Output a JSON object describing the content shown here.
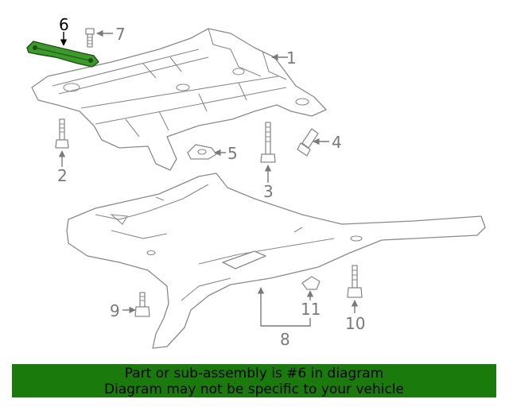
{
  "callouts": [
    "1",
    "2",
    "3",
    "4",
    "5",
    "6",
    "7",
    "8",
    "9",
    "10",
    "11"
  ],
  "highlight_part": "6",
  "highlight_color": "#3a9b2a",
  "banner": {
    "line1": "Part or sub-assembly is #6 in diagram",
    "line2": "Diagram may not be specific to your vehicle",
    "background": "#1a7a0c"
  }
}
